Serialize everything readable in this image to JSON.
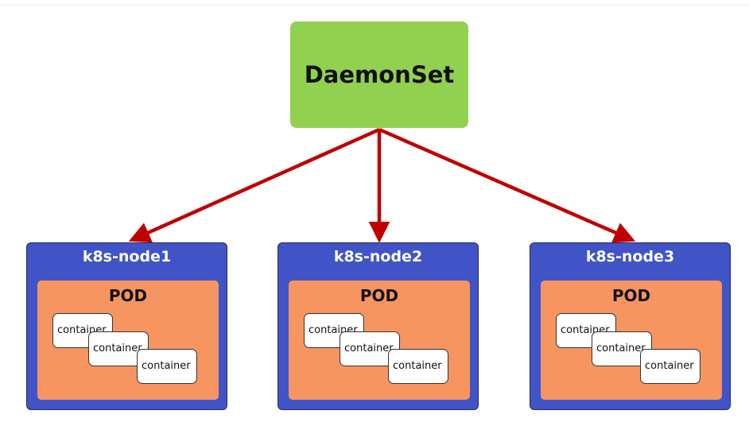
{
  "diagram": {
    "daemonset": {
      "label": "DaemonSet",
      "color": "#92d050"
    },
    "arrow_color": "#c00000",
    "nodes": [
      {
        "label": "k8s-node1",
        "pod": {
          "label": "POD",
          "containers": [
            "container",
            "container",
            "container"
          ]
        }
      },
      {
        "label": "k8s-node2",
        "pod": {
          "label": "POD",
          "containers": [
            "container",
            "container",
            "container"
          ]
        }
      },
      {
        "label": "k8s-node3",
        "pod": {
          "label": "POD",
          "containers": [
            "container",
            "container",
            "container"
          ]
        }
      }
    ],
    "node_color": "#4054c8",
    "pod_color": "#f79560"
  }
}
